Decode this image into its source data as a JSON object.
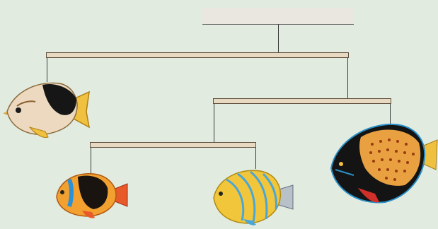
{
  "diagram": {
    "title_box_text": "",
    "nodes": [
      {
        "id": "root"
      },
      {
        "id": "clade-a"
      },
      {
        "id": "clade-b"
      }
    ],
    "leaves": [
      {
        "id": "fish-1",
        "icon": "butterflyfish-icon"
      },
      {
        "id": "fish-2",
        "icon": "clownfish-like-fish-icon"
      },
      {
        "id": "fish-3",
        "icon": "blue-striped-angelfish-icon"
      },
      {
        "id": "fish-4",
        "icon": "black-orange-angelfish-icon"
      }
    ],
    "colors": {
      "background": "#e2ebe0",
      "bar_fill": "#e8d9c2",
      "bar_stroke": "#5f4f3d",
      "line": "#3a3a3a"
    }
  }
}
